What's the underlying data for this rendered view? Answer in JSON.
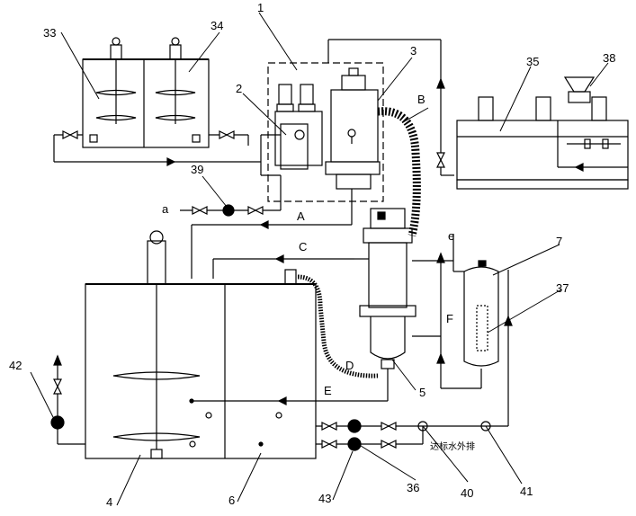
{
  "callouts": {
    "n1": "1",
    "n2": "2",
    "n3": "3",
    "n4": "4",
    "n5": "5",
    "n6": "6",
    "n7": "7",
    "n33": "33",
    "n34": "34",
    "n35": "35",
    "n36": "36",
    "n37": "37",
    "n38": "38",
    "n39": "39",
    "n40": "40",
    "n41": "41",
    "n42": "42",
    "n43": "43"
  },
  "flow_letters": {
    "A": "A",
    "B": "B",
    "C": "C",
    "D": "D",
    "E": "E",
    "F": "F",
    "a": "a",
    "e": "e"
  },
  "outlet_note": "达标水外排"
}
